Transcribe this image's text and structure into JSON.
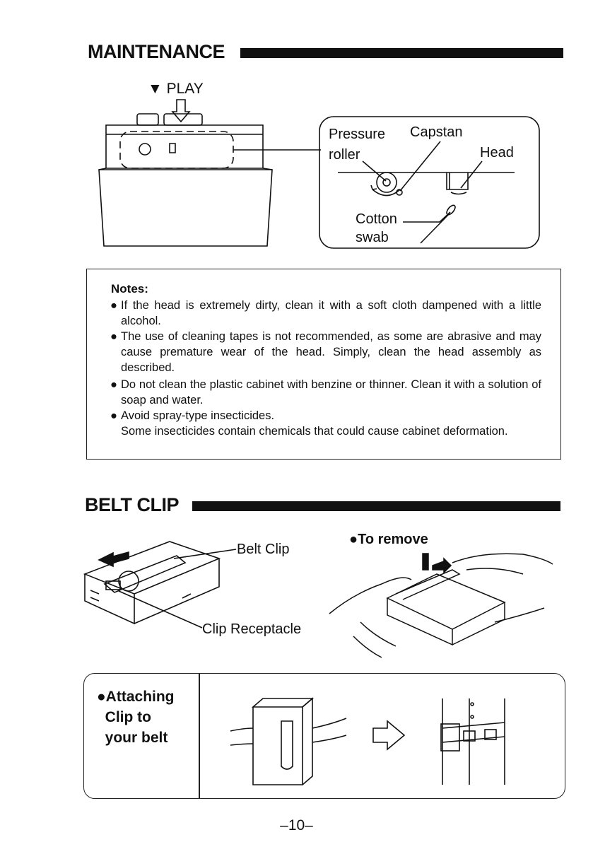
{
  "maintenance": {
    "title": "MAINTENANCE",
    "play_label": "▼ PLAY",
    "callouts": {
      "pressure_roller": "Pressure\nroller",
      "capstan": "Capstan",
      "head": "Head",
      "cotton_swab": "Cotton\nswab"
    }
  },
  "notes": {
    "title": "Notes:",
    "items": [
      "If the head is extremely dirty, clean it with a soft cloth dampened with a little alcohol.",
      "The use of cleaning tapes is not recommended, as some are abrasive and may cause premature wear of the head. Simply, clean the head assembly as described.",
      "Do not clean the plastic cabinet with benzine or thinner. Clean it with a solution of soap and water.",
      "Avoid spray-type insecticides.\nSome insecticides contain chemicals that could cause cabinet deformation."
    ]
  },
  "belt_clip": {
    "title": "BELT CLIP",
    "belt_clip_label": "Belt Clip",
    "clip_receptacle_label": "Clip Receptacle",
    "to_remove_label": "●To remove",
    "attaching_label": "●Attaching\n  Clip to\n  your belt"
  },
  "page_number": "–10–"
}
